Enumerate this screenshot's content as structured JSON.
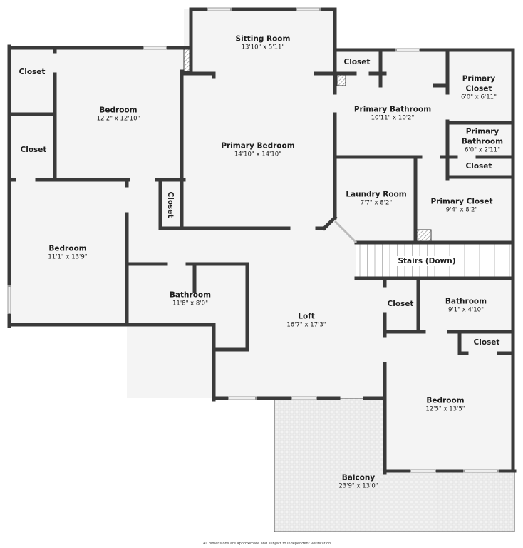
{
  "rooms": {
    "sitting_room": {
      "name": "Sitting Room",
      "dims": "13'10\" x 5'11\""
    },
    "primary_bedroom": {
      "name": "Primary Bedroom",
      "dims": "14'10\" x 14'10\""
    },
    "bedroom_1": {
      "name": "Bedroom",
      "dims": "12'2\" x 12'10\""
    },
    "bedroom_2": {
      "name": "Bedroom",
      "dims": "11'1\" x 13'9\""
    },
    "bedroom_3": {
      "name": "Bedroom",
      "dims": "12'5\" x 13'5\""
    },
    "closet_1": {
      "name": "Closet"
    },
    "closet_2": {
      "name": "Closet"
    },
    "closet_3": {
      "name": "Closet"
    },
    "closet_4": {
      "name": "Closet"
    },
    "closet_5": {
      "name": "Closet"
    },
    "closet_6": {
      "name": "Closet"
    },
    "closet_7": {
      "name": "Closet"
    },
    "primary_bathroom": {
      "name": "Primary Bathroom",
      "dims": "10'11\" x 10'2\""
    },
    "primary_closet_1": {
      "name": "Primary Closet",
      "dims": "6'0\" x 6'11\""
    },
    "primary_bathroom_2": {
      "name": "Primary Bathroom",
      "dims": "6'0\" x 2'11\""
    },
    "laundry_room": {
      "name": "Laundry Room",
      "dims": "7'7\" x 8'2\""
    },
    "primary_closet_2": {
      "name": "Primary Closet",
      "dims": "9'4\" x 8'2\""
    },
    "stairs": {
      "name": "Stairs (Down)"
    },
    "bathroom_1": {
      "name": "Bathroom",
      "dims": "11'8\" x 8'0\""
    },
    "loft": {
      "name": "Loft",
      "dims": "16'7\" x 17'3\""
    },
    "bathroom_2": {
      "name": "Bathroom",
      "dims": "9'1\" x 4'10\""
    },
    "balcony": {
      "name": "Balcony",
      "dims": "23'9\" x 13'0\""
    }
  },
  "footer_note": "All dimensions are approximate and subject to independent verification",
  "colors": {
    "wall": "#3a3a3a",
    "floor": "#f4f4f4",
    "balcony": "#f2f2f2"
  }
}
